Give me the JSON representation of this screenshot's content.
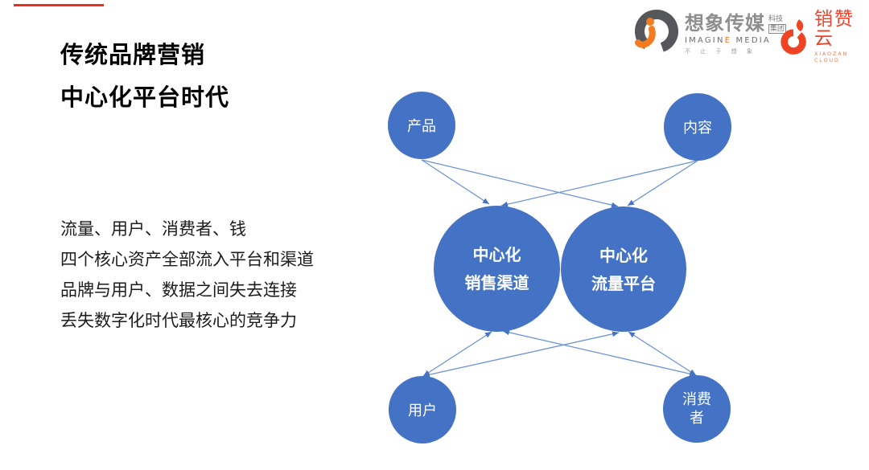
{
  "page": {
    "background": "#ffffff",
    "top_accent_color": "#ed2c1e"
  },
  "header": {
    "title_line1": "传统品牌营销",
    "title_line2": "中心化平台时代"
  },
  "body_text": {
    "lines": [
      "流量、用户、消费者、钱",
      "四个核心资产全部流入平台和渠道",
      "品牌与用户、数据之间失去连接",
      "丢失数字化时代最核心的竞争力"
    ]
  },
  "logos": {
    "imagine_media": {
      "name_cn": "想象传媒",
      "suffix_line1": "科技",
      "suffix_line2": "集团",
      "name_en_part1": "IMAGIN",
      "name_en_accent": "E",
      "name_en_part2": " MEDIA",
      "tagline": "不 止 于 想 象",
      "gray": "#58595b",
      "orange": "#f47b20"
    },
    "xiaozan_cloud": {
      "name_cn": "销赞云",
      "name_en": "XIAOZAN CLOUD",
      "color": "#f0432a"
    }
  },
  "diagram": {
    "node_fill": "#4472c4",
    "node_text_color": "#ffffff",
    "line_color": "#6b93d6",
    "arrow_color": "#4472c4",
    "nodes": {
      "product": {
        "label": "产品"
      },
      "content": {
        "label": "内容"
      },
      "sales_channel": {
        "line1": "中心化",
        "line2": "销售渠道"
      },
      "traffic_platform": {
        "line1": "中心化",
        "line2": "流量平台"
      },
      "user": {
        "label": "用户"
      },
      "consumer": {
        "line1": "消费",
        "line2": "者"
      }
    },
    "edges": [
      {
        "id": "edge-product-to-sales",
        "from": "product_bottom",
        "to": "sales_top_l",
        "arrow_start": false,
        "arrow_end": true
      },
      {
        "id": "edge-product-to-traffic",
        "from": "product_bottom",
        "to": "traffic_top_l",
        "arrow_start": false,
        "arrow_end": true
      },
      {
        "id": "edge-content-to-sales",
        "from": "content_bottom",
        "to": "sales_top_r",
        "arrow_start": false,
        "arrow_end": true
      },
      {
        "id": "edge-content-to-traffic",
        "from": "content_bottom",
        "to": "traffic_top_r",
        "arrow_start": false,
        "arrow_end": true
      },
      {
        "id": "edge-sales-user",
        "from": "sales_bottom_l",
        "to": "user_top",
        "arrow_start": true,
        "arrow_end": true
      },
      {
        "id": "edge-traffic-user",
        "from": "traffic_bottom_l",
        "to": "user_top",
        "arrow_start": true,
        "arrow_end": true
      },
      {
        "id": "edge-sales-consumer",
        "from": "sales_bottom_r",
        "to": "consumer_top",
        "arrow_start": true,
        "arrow_end": true
      },
      {
        "id": "edge-traffic-consumer",
        "from": "traffic_bottom_r",
        "to": "consumer_top",
        "arrow_start": true,
        "arrow_end": true
      }
    ]
  }
}
